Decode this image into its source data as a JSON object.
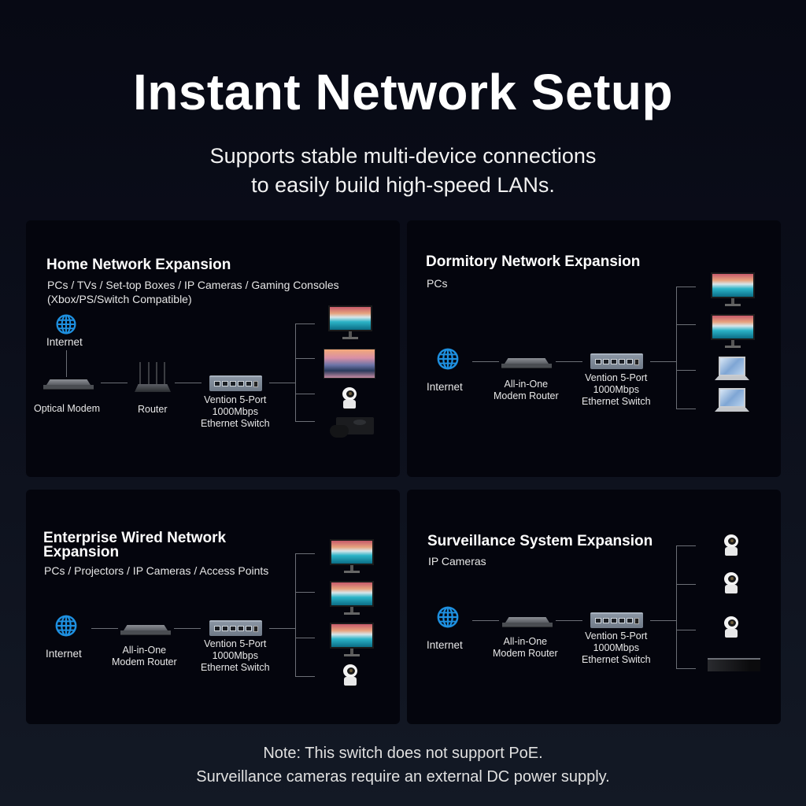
{
  "header": {
    "title": "Instant Network Setup",
    "subtitle_line1": "Supports stable multi-device connections",
    "subtitle_line2": "to easily build high-speed LANs."
  },
  "cards": [
    {
      "title": "Home Network Expansion",
      "subtitle_line1": "PCs / TVs / Set-top Boxes / IP Cameras / Gaming Consoles",
      "subtitle_line2": "(Xbox/PS/Switch Compatible)",
      "nodes": {
        "internet": "Internet",
        "modem": "Optical Modem",
        "router": "Router",
        "switch_line1": "Vention 5-Port",
        "switch_line2": "1000Mbps",
        "switch_line3": "Ethernet Switch"
      },
      "endpoints": [
        "monitor-icon",
        "tv-icon",
        "ip-camera-icon",
        "game-console-icon"
      ]
    },
    {
      "title": "Dormitory Network Expansion",
      "subtitle_line1": "PCs",
      "nodes": {
        "internet": "Internet",
        "router_line1": "All-in-One",
        "router_line2": "Modem Router",
        "switch_line1": "Vention 5-Port",
        "switch_line2": "1000Mbps",
        "switch_line3": "Ethernet Switch"
      },
      "endpoints": [
        "monitor-icon",
        "monitor-icon",
        "laptop-icon",
        "laptop-icon"
      ]
    },
    {
      "title_line1": "Enterprise Wired Network",
      "title_line2": "Expansion",
      "subtitle_line1": "PCs / Projectors / IP Cameras / Access Points",
      "nodes": {
        "internet": "Internet",
        "router_line1": "All-in-One",
        "router_line2": "Modem Router",
        "switch_line1": "Vention 5-Port",
        "switch_line2": "1000Mbps",
        "switch_line3": "Ethernet Switch"
      },
      "endpoints": [
        "monitor-icon",
        "monitor-icon",
        "monitor-icon",
        "ip-camera-icon"
      ]
    },
    {
      "title": "Surveillance System Expansion",
      "subtitle_line1": "IP Cameras",
      "nodes": {
        "internet": "Internet",
        "router_line1": "All-in-One",
        "router_line2": "Modem Router",
        "switch_line1": "Vention 5-Port",
        "switch_line2": "1000Mbps",
        "switch_line3": "Ethernet Switch"
      },
      "endpoints": [
        "ip-camera-icon",
        "ip-camera-icon",
        "ip-camera-icon",
        "nvr-icon"
      ]
    }
  ],
  "footer": {
    "note_line1": "Note: This switch does not support PoE.",
    "note_line2": "Surveillance cameras require an external DC power supply."
  },
  "colors": {
    "accent_globe": "#1e90e0",
    "card_bg": "#04050d",
    "connector": "#6c6f76"
  }
}
